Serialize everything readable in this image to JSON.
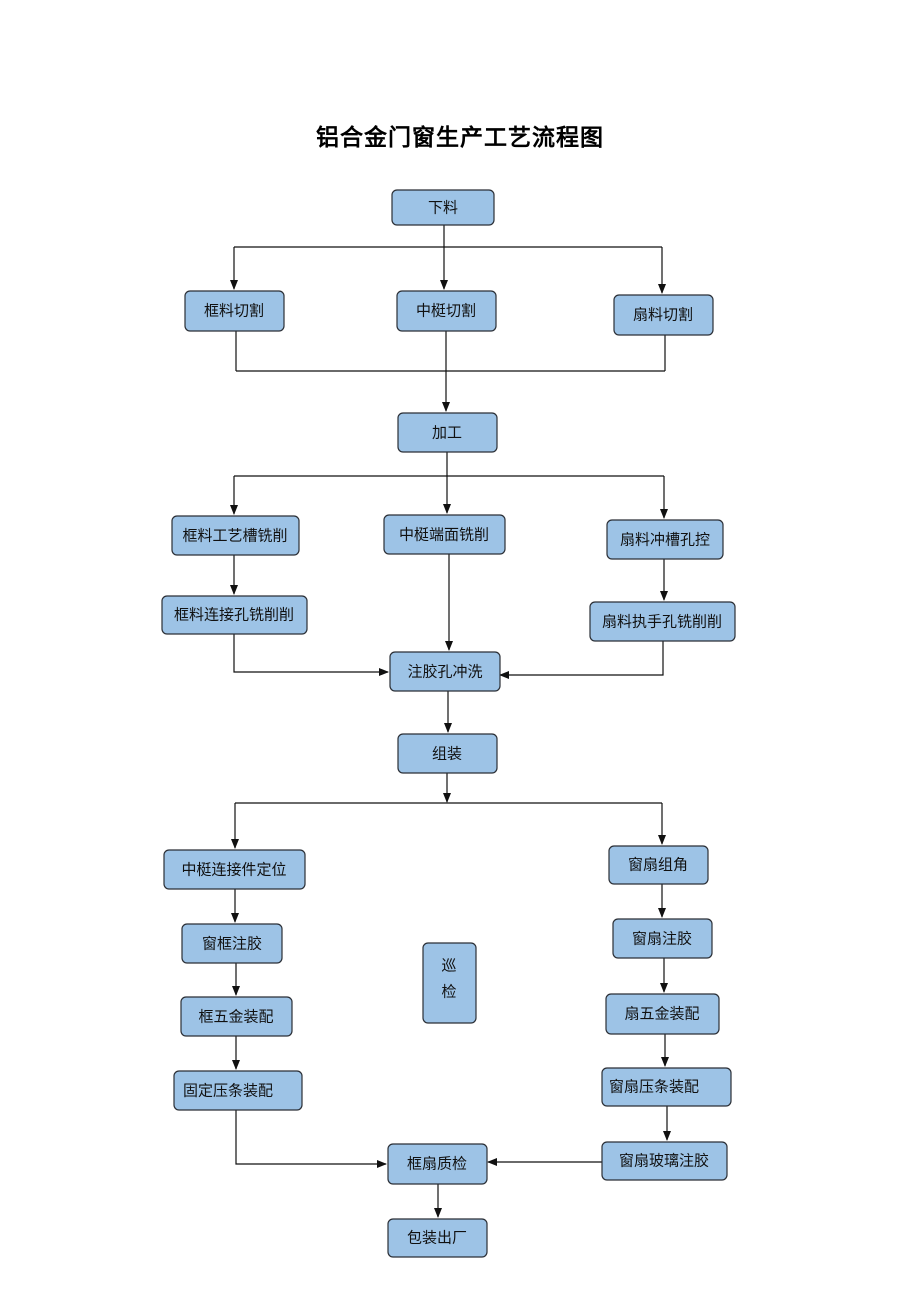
{
  "title": "铝合金门窗生产工艺流程图",
  "nodes": {
    "xialiao": "下料",
    "kuangliao_qiege": "框料切割",
    "zhongting_qiege": "中梃切割",
    "shanliao_qiege": "扇料切割",
    "jiagong": "加工",
    "kuangliao_gongyicao": "框料工艺槽铣削",
    "zhongting_duanmian": "中梃端面铣削",
    "shanliao_chongcao": "扇料冲槽孔控",
    "kuangliao_lianjiekong": "框料连接孔铣削削",
    "shanliao_zhishou": "扇料执手孔铣削削",
    "zhujiaokong": "注胶孔冲洗",
    "zuzhuang": "组装",
    "zhongting_lianjiejian": "中梃连接件定位",
    "chuangshan_zujiao": "窗扇组角",
    "chuangkuang_zhujiao": "窗框注胶",
    "chuangshan_zhujiao": "窗扇注胶",
    "kuang_wujin": "框五金装配",
    "shan_wujin": "扇五金装配",
    "guding_yatiao": "固定压条装配",
    "chuangshan_yatiao": "窗扇压条装配",
    "chuangshan_boli": "窗扇玻璃注胶",
    "kuangshan_zhijian": "框扇质检",
    "baozhuang": "包装出厂",
    "xunjian_1": "巡",
    "xunjian_2": "检"
  }
}
